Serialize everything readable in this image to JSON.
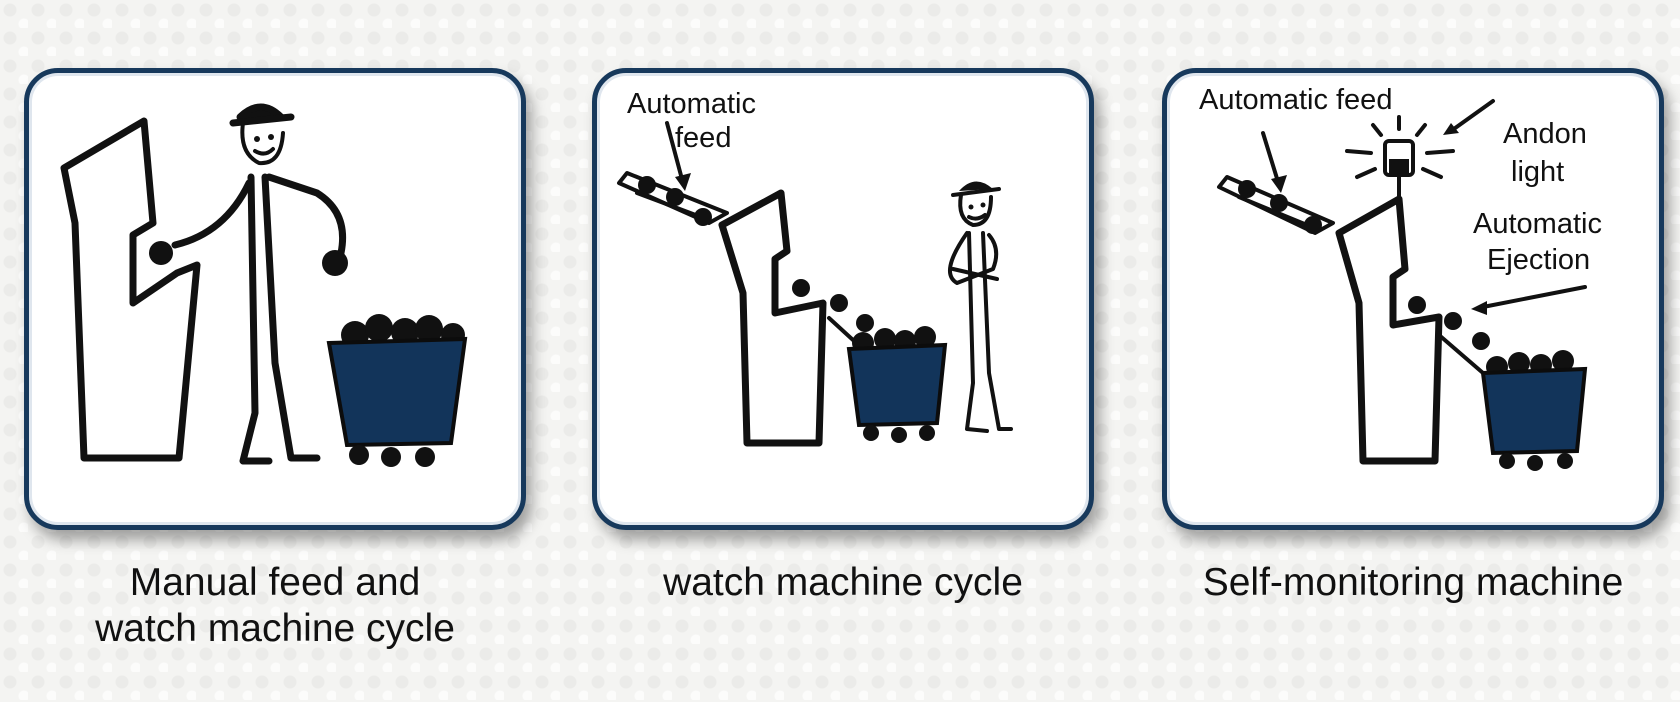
{
  "panels": [
    {
      "caption_lines": [
        "Manual feed and",
        "watch machine cycle"
      ],
      "labels": []
    },
    {
      "caption_lines": [
        "watch machine cycle"
      ],
      "labels": {
        "automatic_feed_line1": "Automatic",
        "automatic_feed_line2": "feed"
      }
    },
    {
      "caption_lines": [
        "Self-monitoring machine"
      ],
      "labels": {
        "automatic_feed": "Automatic feed",
        "andon_line1": "Andon",
        "andon_line2": "light",
        "ejection_line1": "Automatic",
        "ejection_line2": "Ejection"
      }
    }
  ],
  "colors": {
    "panel_border": "#17395c",
    "cart_fill": "#12345a",
    "ink": "#111111"
  }
}
